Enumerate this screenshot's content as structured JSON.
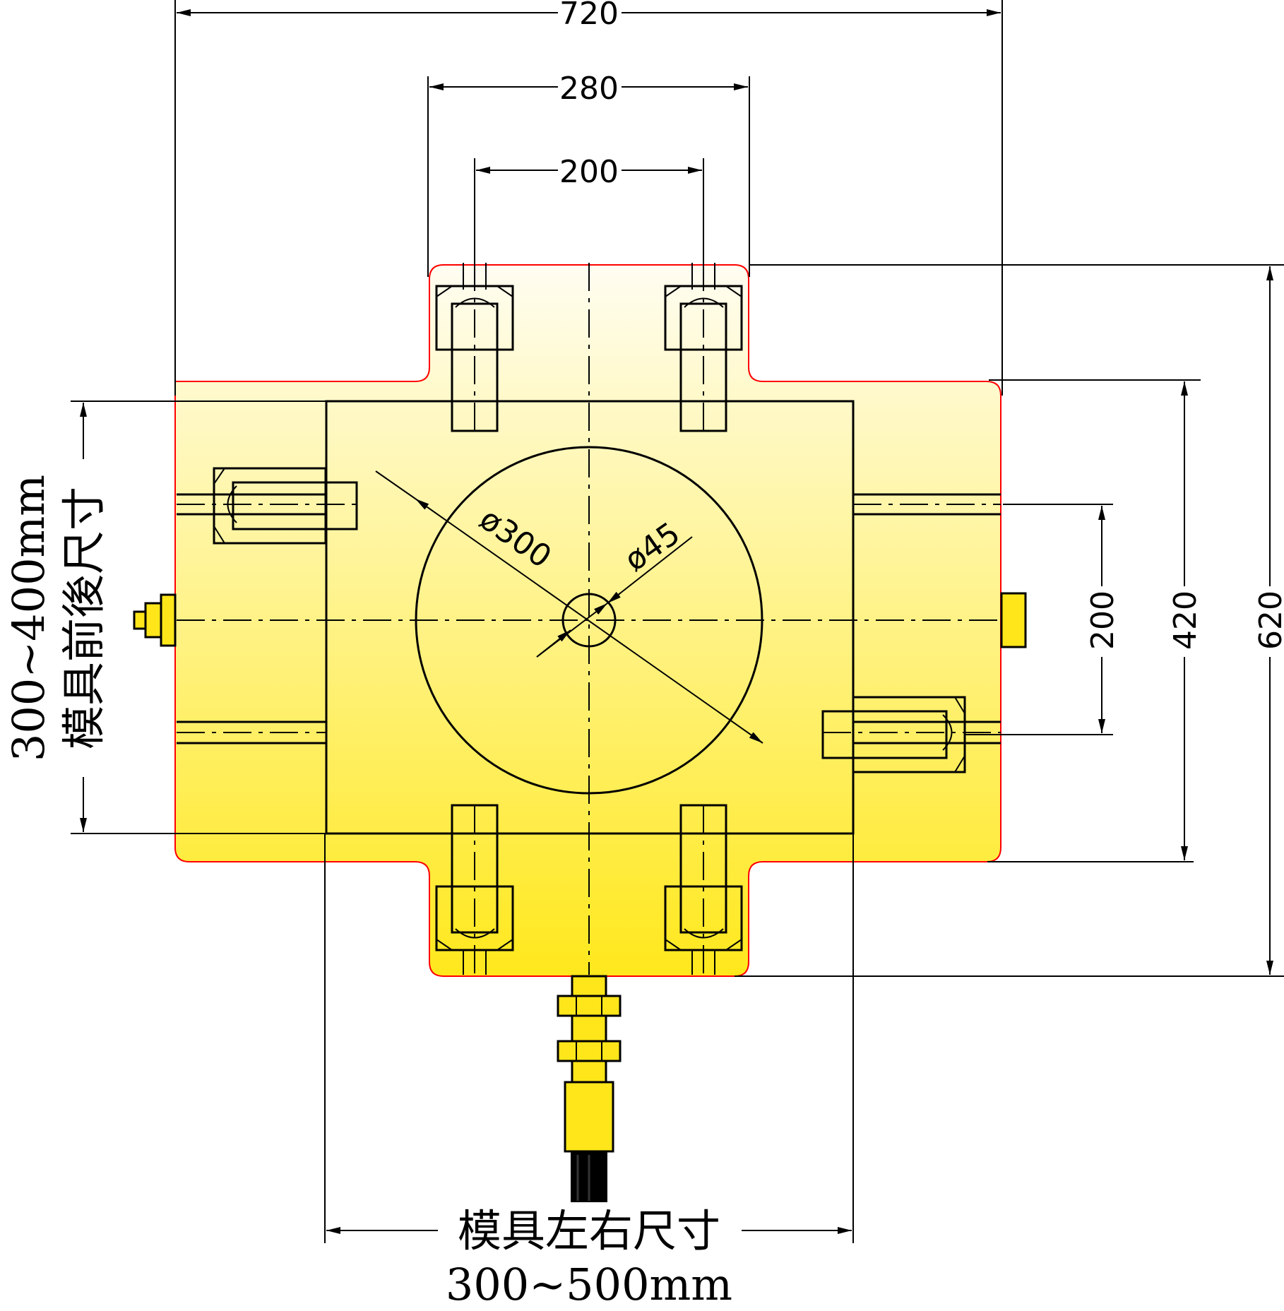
{
  "dimensions": {
    "overall_width": "720",
    "slot_outer": "280",
    "slot_inner": "200",
    "overall_height": "620",
    "body_height": "420",
    "side_slot_spacing": "200",
    "plate_diameter": "ø300",
    "hole_diameter": "ø45"
  },
  "labels": {
    "front_back_range": "300~400mm",
    "front_back_title": "模具前後尺寸",
    "left_right_title": "模具左右尺寸",
    "left_right_range": "300~500mm"
  },
  "colors": {
    "plate_top": "#fffdf0",
    "plate_bottom": "#ffe61a",
    "outline": "#ff0000",
    "connector_black": "#000000"
  }
}
